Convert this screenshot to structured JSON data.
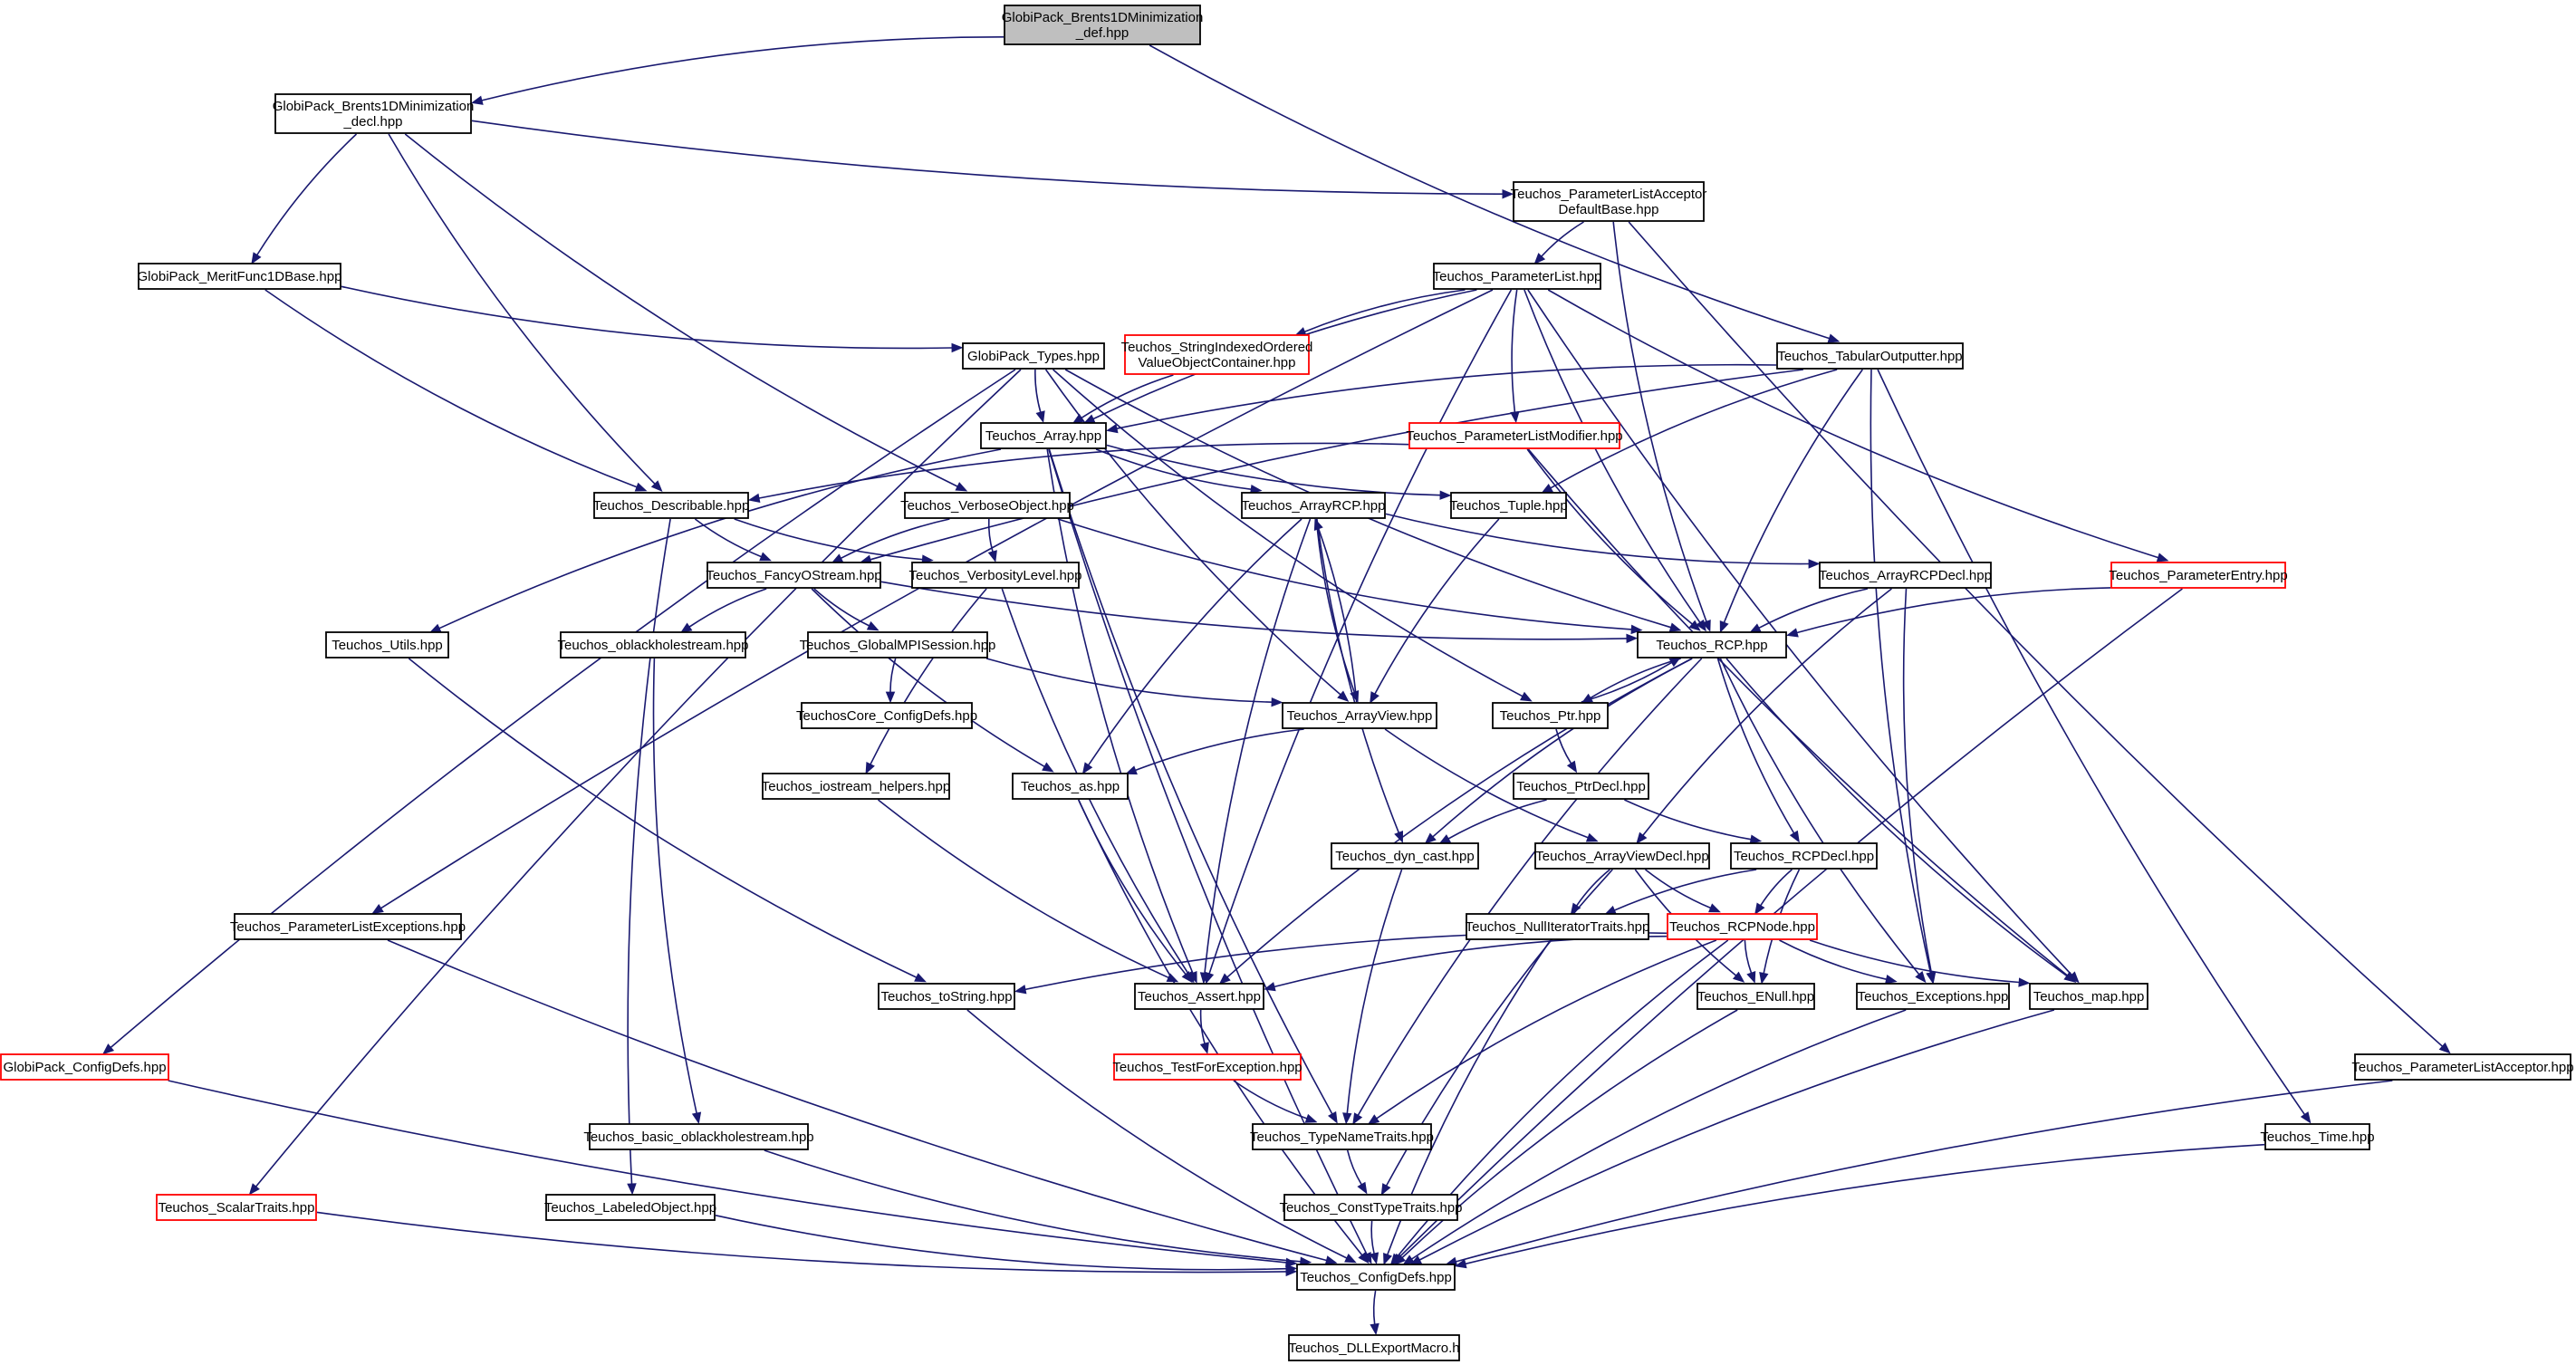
{
  "nodes": {
    "brents_def": {
      "lines": [
        "GlobiPack_Brents1DMinimization",
        "_def.hpp"
      ],
      "style": "root"
    },
    "brents_decl": {
      "lines": [
        "GlobiPack_Brents1DMinimization",
        "_decl.hpp"
      ],
      "style": "normal"
    },
    "plaDefault": {
      "lines": [
        "Teuchos_ParameterListAcceptor",
        "DefaultBase.hpp"
      ],
      "style": "normal"
    },
    "meritFunc": {
      "lines": [
        "GlobiPack_MeritFunc1DBase.hpp"
      ],
      "style": "normal"
    },
    "paramList": {
      "lines": [
        "Teuchos_ParameterList.hpp"
      ],
      "style": "normal"
    },
    "globiTypes": {
      "lines": [
        "GlobiPack_Types.hpp"
      ],
      "style": "normal"
    },
    "strIndexed": {
      "lines": [
        "Teuchos_StringIndexedOrdered",
        "ValueObjectContainer.hpp"
      ],
      "style": "red"
    },
    "tabular": {
      "lines": [
        "Teuchos_TabularOutputter.hpp"
      ],
      "style": "normal"
    },
    "array": {
      "lines": [
        "Teuchos_Array.hpp"
      ],
      "style": "normal"
    },
    "plModifier": {
      "lines": [
        "Teuchos_ParameterListModifier.hpp"
      ],
      "style": "red"
    },
    "describable": {
      "lines": [
        "Teuchos_Describable.hpp"
      ],
      "style": "normal"
    },
    "verboseObj": {
      "lines": [
        "Teuchos_VerboseObject.hpp"
      ],
      "style": "normal"
    },
    "arrayRCP": {
      "lines": [
        "Teuchos_ArrayRCP.hpp"
      ],
      "style": "normal"
    },
    "tuple": {
      "lines": [
        "Teuchos_Tuple.hpp"
      ],
      "style": "normal"
    },
    "fancyOS": {
      "lines": [
        "Teuchos_FancyOStream.hpp"
      ],
      "style": "normal"
    },
    "verbLevel": {
      "lines": [
        "Teuchos_VerbosityLevel.hpp"
      ],
      "style": "normal"
    },
    "arrayRCPDecl": {
      "lines": [
        "Teuchos_ArrayRCPDecl.hpp"
      ],
      "style": "normal"
    },
    "paramEntry": {
      "lines": [
        "Teuchos_ParameterEntry.hpp"
      ],
      "style": "red"
    },
    "utils": {
      "lines": [
        "Teuchos_Utils.hpp"
      ],
      "style": "normal"
    },
    "oblackhole": {
      "lines": [
        "Teuchos_oblackholestream.hpp"
      ],
      "style": "normal"
    },
    "globalMPI": {
      "lines": [
        "Teuchos_GlobalMPISession.hpp"
      ],
      "style": "normal"
    },
    "rcp": {
      "lines": [
        "Teuchos_RCP.hpp"
      ],
      "style": "normal"
    },
    "coreConfig": {
      "lines": [
        "TeuchosCore_ConfigDefs.hpp"
      ],
      "style": "normal"
    },
    "arrayView": {
      "lines": [
        "Teuchos_ArrayView.hpp"
      ],
      "style": "normal"
    },
    "ptr": {
      "lines": [
        "Teuchos_Ptr.hpp"
      ],
      "style": "normal"
    },
    "iostreamH": {
      "lines": [
        "Teuchos_iostream_helpers.hpp"
      ],
      "style": "normal"
    },
    "as": {
      "lines": [
        "Teuchos_as.hpp"
      ],
      "style": "normal"
    },
    "ptrDecl": {
      "lines": [
        "Teuchos_PtrDecl.hpp"
      ],
      "style": "normal"
    },
    "dynCast": {
      "lines": [
        "Teuchos_dyn_cast.hpp"
      ],
      "style": "normal"
    },
    "arrayViewDecl": {
      "lines": [
        "Teuchos_ArrayViewDecl.hpp"
      ],
      "style": "normal"
    },
    "rcpDecl": {
      "lines": [
        "Teuchos_RCPDecl.hpp"
      ],
      "style": "normal"
    },
    "plExceptions": {
      "lines": [
        "Teuchos_ParameterListExceptions.hpp"
      ],
      "style": "normal"
    },
    "nullIter": {
      "lines": [
        "Teuchos_NullIteratorTraits.hpp"
      ],
      "style": "normal"
    },
    "rcpNode": {
      "lines": [
        "Teuchos_RCPNode.hpp"
      ],
      "style": "red"
    },
    "toString": {
      "lines": [
        "Teuchos_toString.hpp"
      ],
      "style": "normal"
    },
    "assert": {
      "lines": [
        "Teuchos_Assert.hpp"
      ],
      "style": "normal"
    },
    "enull": {
      "lines": [
        "Teuchos_ENull.hpp"
      ],
      "style": "normal"
    },
    "exceptions": {
      "lines": [
        "Teuchos_Exceptions.hpp"
      ],
      "style": "normal"
    },
    "map": {
      "lines": [
        "Teuchos_map.hpp"
      ],
      "style": "normal"
    },
    "globiConfig": {
      "lines": [
        "GlobiPack_ConfigDefs.hpp"
      ],
      "style": "red"
    },
    "testForExc": {
      "lines": [
        "Teuchos_TestForException.hpp"
      ],
      "style": "red"
    },
    "plAcceptor": {
      "lines": [
        "Teuchos_ParameterListAcceptor.hpp"
      ],
      "style": "normal"
    },
    "basicOblack": {
      "lines": [
        "Teuchos_basic_oblackholestream.hpp"
      ],
      "style": "normal"
    },
    "typeName": {
      "lines": [
        "Teuchos_TypeNameTraits.hpp"
      ],
      "style": "normal"
    },
    "time": {
      "lines": [
        "Teuchos_Time.hpp"
      ],
      "style": "normal"
    },
    "scalarTraits": {
      "lines": [
        "Teuchos_ScalarTraits.hpp"
      ],
      "style": "red"
    },
    "labeledObj": {
      "lines": [
        "Teuchos_LabeledObject.hpp"
      ],
      "style": "normal"
    },
    "constType": {
      "lines": [
        "Teuchos_ConstTypeTraits.hpp"
      ],
      "style": "normal"
    },
    "configDefs": {
      "lines": [
        "Teuchos_ConfigDefs.hpp"
      ],
      "style": "normal"
    },
    "dllExport": {
      "lines": [
        "Teuchos_DLLExportMacro.h"
      ],
      "style": "normal"
    }
  },
  "edges": [
    [
      "brents_def",
      "brents_decl"
    ],
    [
      "brents_def",
      "tabular"
    ],
    [
      "brents_decl",
      "meritFunc"
    ],
    [
      "brents_decl",
      "plaDefault"
    ],
    [
      "brents_decl",
      "describable"
    ],
    [
      "brents_decl",
      "verboseObj"
    ],
    [
      "plaDefault",
      "paramList"
    ],
    [
      "plaDefault",
      "rcp"
    ],
    [
      "plaDefault",
      "plAcceptor"
    ],
    [
      "meritFunc",
      "globiTypes"
    ],
    [
      "meritFunc",
      "describable"
    ],
    [
      "paramList",
      "array"
    ],
    [
      "paramList",
      "strIndexed"
    ],
    [
      "paramList",
      "plModifier"
    ],
    [
      "paramList",
      "paramEntry"
    ],
    [
      "paramList",
      "plExceptions"
    ],
    [
      "paramList",
      "rcp"
    ],
    [
      "paramList",
      "assert"
    ],
    [
      "paramList",
      "map"
    ],
    [
      "globiTypes",
      "array"
    ],
    [
      "globiTypes",
      "arrayView"
    ],
    [
      "globiTypes",
      "ptr"
    ],
    [
      "globiTypes",
      "rcp"
    ],
    [
      "globiTypes",
      "globiConfig"
    ],
    [
      "globiTypes",
      "scalarTraits"
    ],
    [
      "strIndexed",
      "array"
    ],
    [
      "tabular",
      "array"
    ],
    [
      "tabular",
      "fancyOS"
    ],
    [
      "tabular",
      "tuple"
    ],
    [
      "tabular",
      "rcp"
    ],
    [
      "tabular",
      "exceptions"
    ],
    [
      "tabular",
      "time"
    ],
    [
      "plModifier",
      "describable"
    ],
    [
      "plModifier",
      "rcp"
    ],
    [
      "plModifier",
      "map"
    ],
    [
      "array",
      "arrayRCP"
    ],
    [
      "array",
      "tuple"
    ],
    [
      "array",
      "utils"
    ],
    [
      "array",
      "assert"
    ],
    [
      "array",
      "typeName"
    ],
    [
      "array",
      "configDefs"
    ],
    [
      "describable",
      "fancyOS"
    ],
    [
      "describable",
      "verbLevel"
    ],
    [
      "describable",
      "labeledObj"
    ],
    [
      "verboseObj",
      "fancyOS"
    ],
    [
      "verboseObj",
      "verbLevel"
    ],
    [
      "verboseObj",
      "rcp"
    ],
    [
      "arrayRCP",
      "arrayRCPDecl"
    ],
    [
      "arrayRCP",
      "arrayView"
    ],
    [
      "arrayRCP",
      "as"
    ],
    [
      "arrayRCP",
      "assert"
    ],
    [
      "arrayRCP",
      "dynCast"
    ],
    [
      "tuple",
      "arrayView"
    ],
    [
      "fancyOS",
      "oblackhole"
    ],
    [
      "fancyOS",
      "globalMPI"
    ],
    [
      "fancyOS",
      "rcp"
    ],
    [
      "fancyOS",
      "as"
    ],
    [
      "verbLevel",
      "iostreamH"
    ],
    [
      "verbLevel",
      "assert"
    ],
    [
      "arrayRCPDecl",
      "rcp"
    ],
    [
      "arrayRCPDecl",
      "arrayViewDecl"
    ],
    [
      "arrayRCPDecl",
      "exceptions"
    ],
    [
      "paramEntry",
      "rcp"
    ],
    [
      "paramEntry",
      "configDefs"
    ],
    [
      "utils",
      "toString"
    ],
    [
      "oblackhole",
      "basicOblack"
    ],
    [
      "globalMPI",
      "coreConfig"
    ],
    [
      "globalMPI",
      "arrayView"
    ],
    [
      "rcp",
      "ptr"
    ],
    [
      "rcp",
      "rcpDecl"
    ],
    [
      "rcp",
      "assert"
    ],
    [
      "rcp",
      "exceptions"
    ],
    [
      "rcp",
      "dynCast"
    ],
    [
      "rcp",
      "map"
    ],
    [
      "rcp",
      "typeName"
    ],
    [
      "arrayView",
      "arrayRCP"
    ],
    [
      "arrayView",
      "as"
    ],
    [
      "arrayView",
      "arrayViewDecl"
    ],
    [
      "ptr",
      "rcp"
    ],
    [
      "ptr",
      "ptrDecl"
    ],
    [
      "iostreamH",
      "assert"
    ],
    [
      "as",
      "assert"
    ],
    [
      "as",
      "configDefs"
    ],
    [
      "ptrDecl",
      "rcpDecl"
    ],
    [
      "ptrDecl",
      "dynCast"
    ],
    [
      "dynCast",
      "typeName"
    ],
    [
      "arrayViewDecl",
      "nullIter"
    ],
    [
      "arrayViewDecl",
      "rcpNode"
    ],
    [
      "arrayViewDecl",
      "enull"
    ],
    [
      "arrayViewDecl",
      "constType"
    ],
    [
      "rcpDecl",
      "rcpNode"
    ],
    [
      "rcpDecl",
      "nullIter"
    ],
    [
      "rcpDecl",
      "enull"
    ],
    [
      "plExceptions",
      "configDefs"
    ],
    [
      "nullIter",
      "configDefs"
    ],
    [
      "rcpNode",
      "toString"
    ],
    [
      "rcpNode",
      "assert"
    ],
    [
      "rcpNode",
      "enull"
    ],
    [
      "rcpNode",
      "exceptions"
    ],
    [
      "rcpNode",
      "map"
    ],
    [
      "rcpNode",
      "typeName"
    ],
    [
      "rcpNode",
      "configDefs"
    ],
    [
      "toString",
      "configDefs"
    ],
    [
      "assert",
      "testForExc"
    ],
    [
      "enull",
      "configDefs"
    ],
    [
      "exceptions",
      "configDefs"
    ],
    [
      "map",
      "configDefs"
    ],
    [
      "globiConfig",
      "configDefs"
    ],
    [
      "testForExc",
      "typeName"
    ],
    [
      "plAcceptor",
      "configDefs"
    ],
    [
      "basicOblack",
      "configDefs"
    ],
    [
      "typeName",
      "constType"
    ],
    [
      "time",
      "configDefs"
    ],
    [
      "scalarTraits",
      "configDefs"
    ],
    [
      "labeledObj",
      "configDefs"
    ],
    [
      "constType",
      "configDefs"
    ],
    [
      "configDefs",
      "dllExport"
    ]
  ],
  "colors": {
    "edge": "#191970",
    "node_border": "#000000",
    "red_border": "#ff0000",
    "root_fill": "#bfbfbf",
    "node_fill": "#ffffff"
  }
}
